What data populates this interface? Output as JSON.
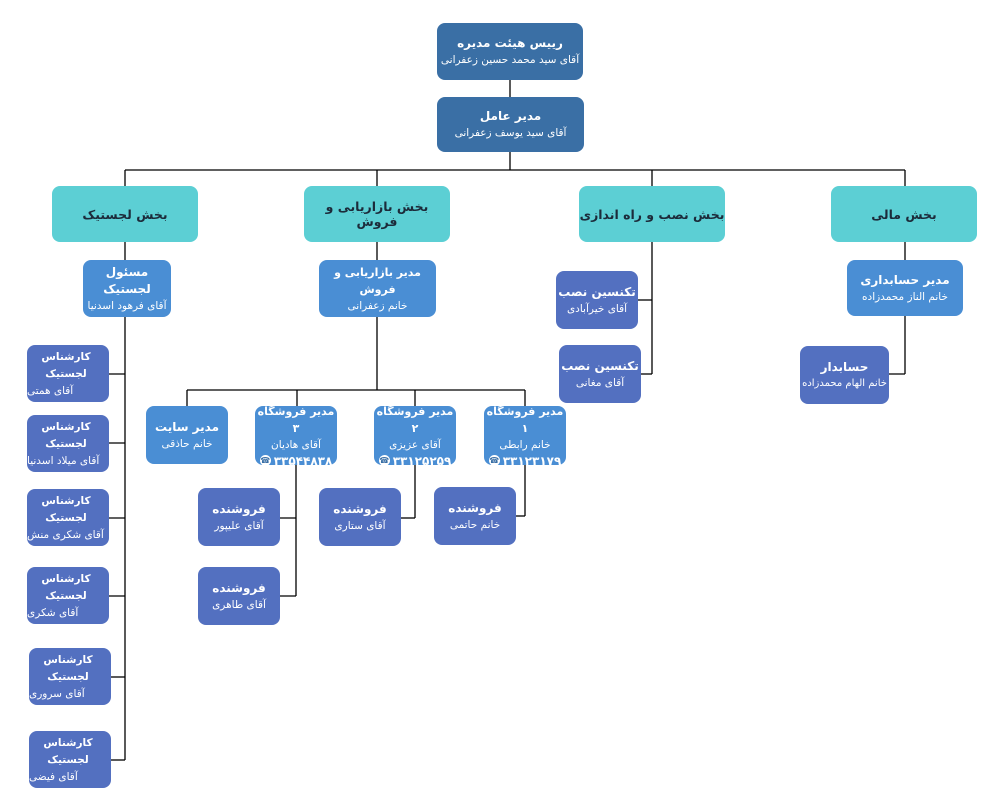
{
  "chairman": {
    "title": "رییس هیئت مدیره",
    "name": "آقای سید محمد حسین زعفرانی"
  },
  "ceo": {
    "title": "مدیر عامل",
    "name": "آقای سید یوسف زعفرانی"
  },
  "departments": {
    "logistics": "بخش لجستیک",
    "marketing": "بخش بازاریابی و فروش",
    "install": "بخش نصب و راه اندازی",
    "finance": "بخش مالی"
  },
  "logistics_head": {
    "title": "مسئول لجستیک",
    "name": "آقای فرهود اسدنیا"
  },
  "logistics_staff": [
    {
      "title": "کارشناس لجستیک",
      "name": "آقای همتی"
    },
    {
      "title": "کارشناس لجستیک",
      "name": "آقای میلاد اسدنیا"
    },
    {
      "title": "کارشناس لجستیک",
      "name": "آقای شکری منش"
    },
    {
      "title": "کارشناس لجستیک",
      "name": "آقای شکری"
    },
    {
      "title": "کارشناس لجستیک",
      "name": "آقای سروری"
    },
    {
      "title": "کارشناس لجستیک",
      "name": "آقای فیضی"
    }
  ],
  "marketing_head": {
    "title": "مدیر بازاریابی و فروش",
    "name": "خانم زعفرانی"
  },
  "site_manager": {
    "title": "مدیر سایت",
    "name": "خانم حاذقی"
  },
  "stores": [
    {
      "title": "مدیر فروشگاه ۳",
      "name": "آقای هادیان",
      "phone": "۳۳۵۴۴۸۳۸"
    },
    {
      "title": "مدیر فروشگاه ۲",
      "name": "آقای عزیزی",
      "phone": "۳۳۱۲۵۲۵۹"
    },
    {
      "title": "مدیر فروشگاه ۱",
      "name": "خانم رابطی",
      "phone": "۳۳۱۲۳۱۷۹"
    }
  ],
  "sellers": [
    {
      "title": "فروشنده",
      "name": "آقای علیپور"
    },
    {
      "title": "فروشنده",
      "name": "آقای طاهری"
    },
    {
      "title": "فروشنده",
      "name": "آقای ستاری"
    },
    {
      "title": "فروشنده",
      "name": "خانم حاتمی"
    }
  ],
  "technicians": [
    {
      "title": "تکنسین نصب",
      "name": "آقای خیرآبادی"
    },
    {
      "title": "تکنسین نصب",
      "name": "آقای مغانی"
    }
  ],
  "finance_head": {
    "title": "مدیر حسابداری",
    "name": "خانم الناز محمدزاده"
  },
  "accountant": {
    "title": "حسابدار",
    "name": "خانم الهام محمدزاده"
  },
  "colors": {
    "dark": "#3a6fa5",
    "cyan": "#5ccfd4",
    "mid": "#4a8ed4",
    "slate": "#5370c0",
    "line": "#000000"
  }
}
